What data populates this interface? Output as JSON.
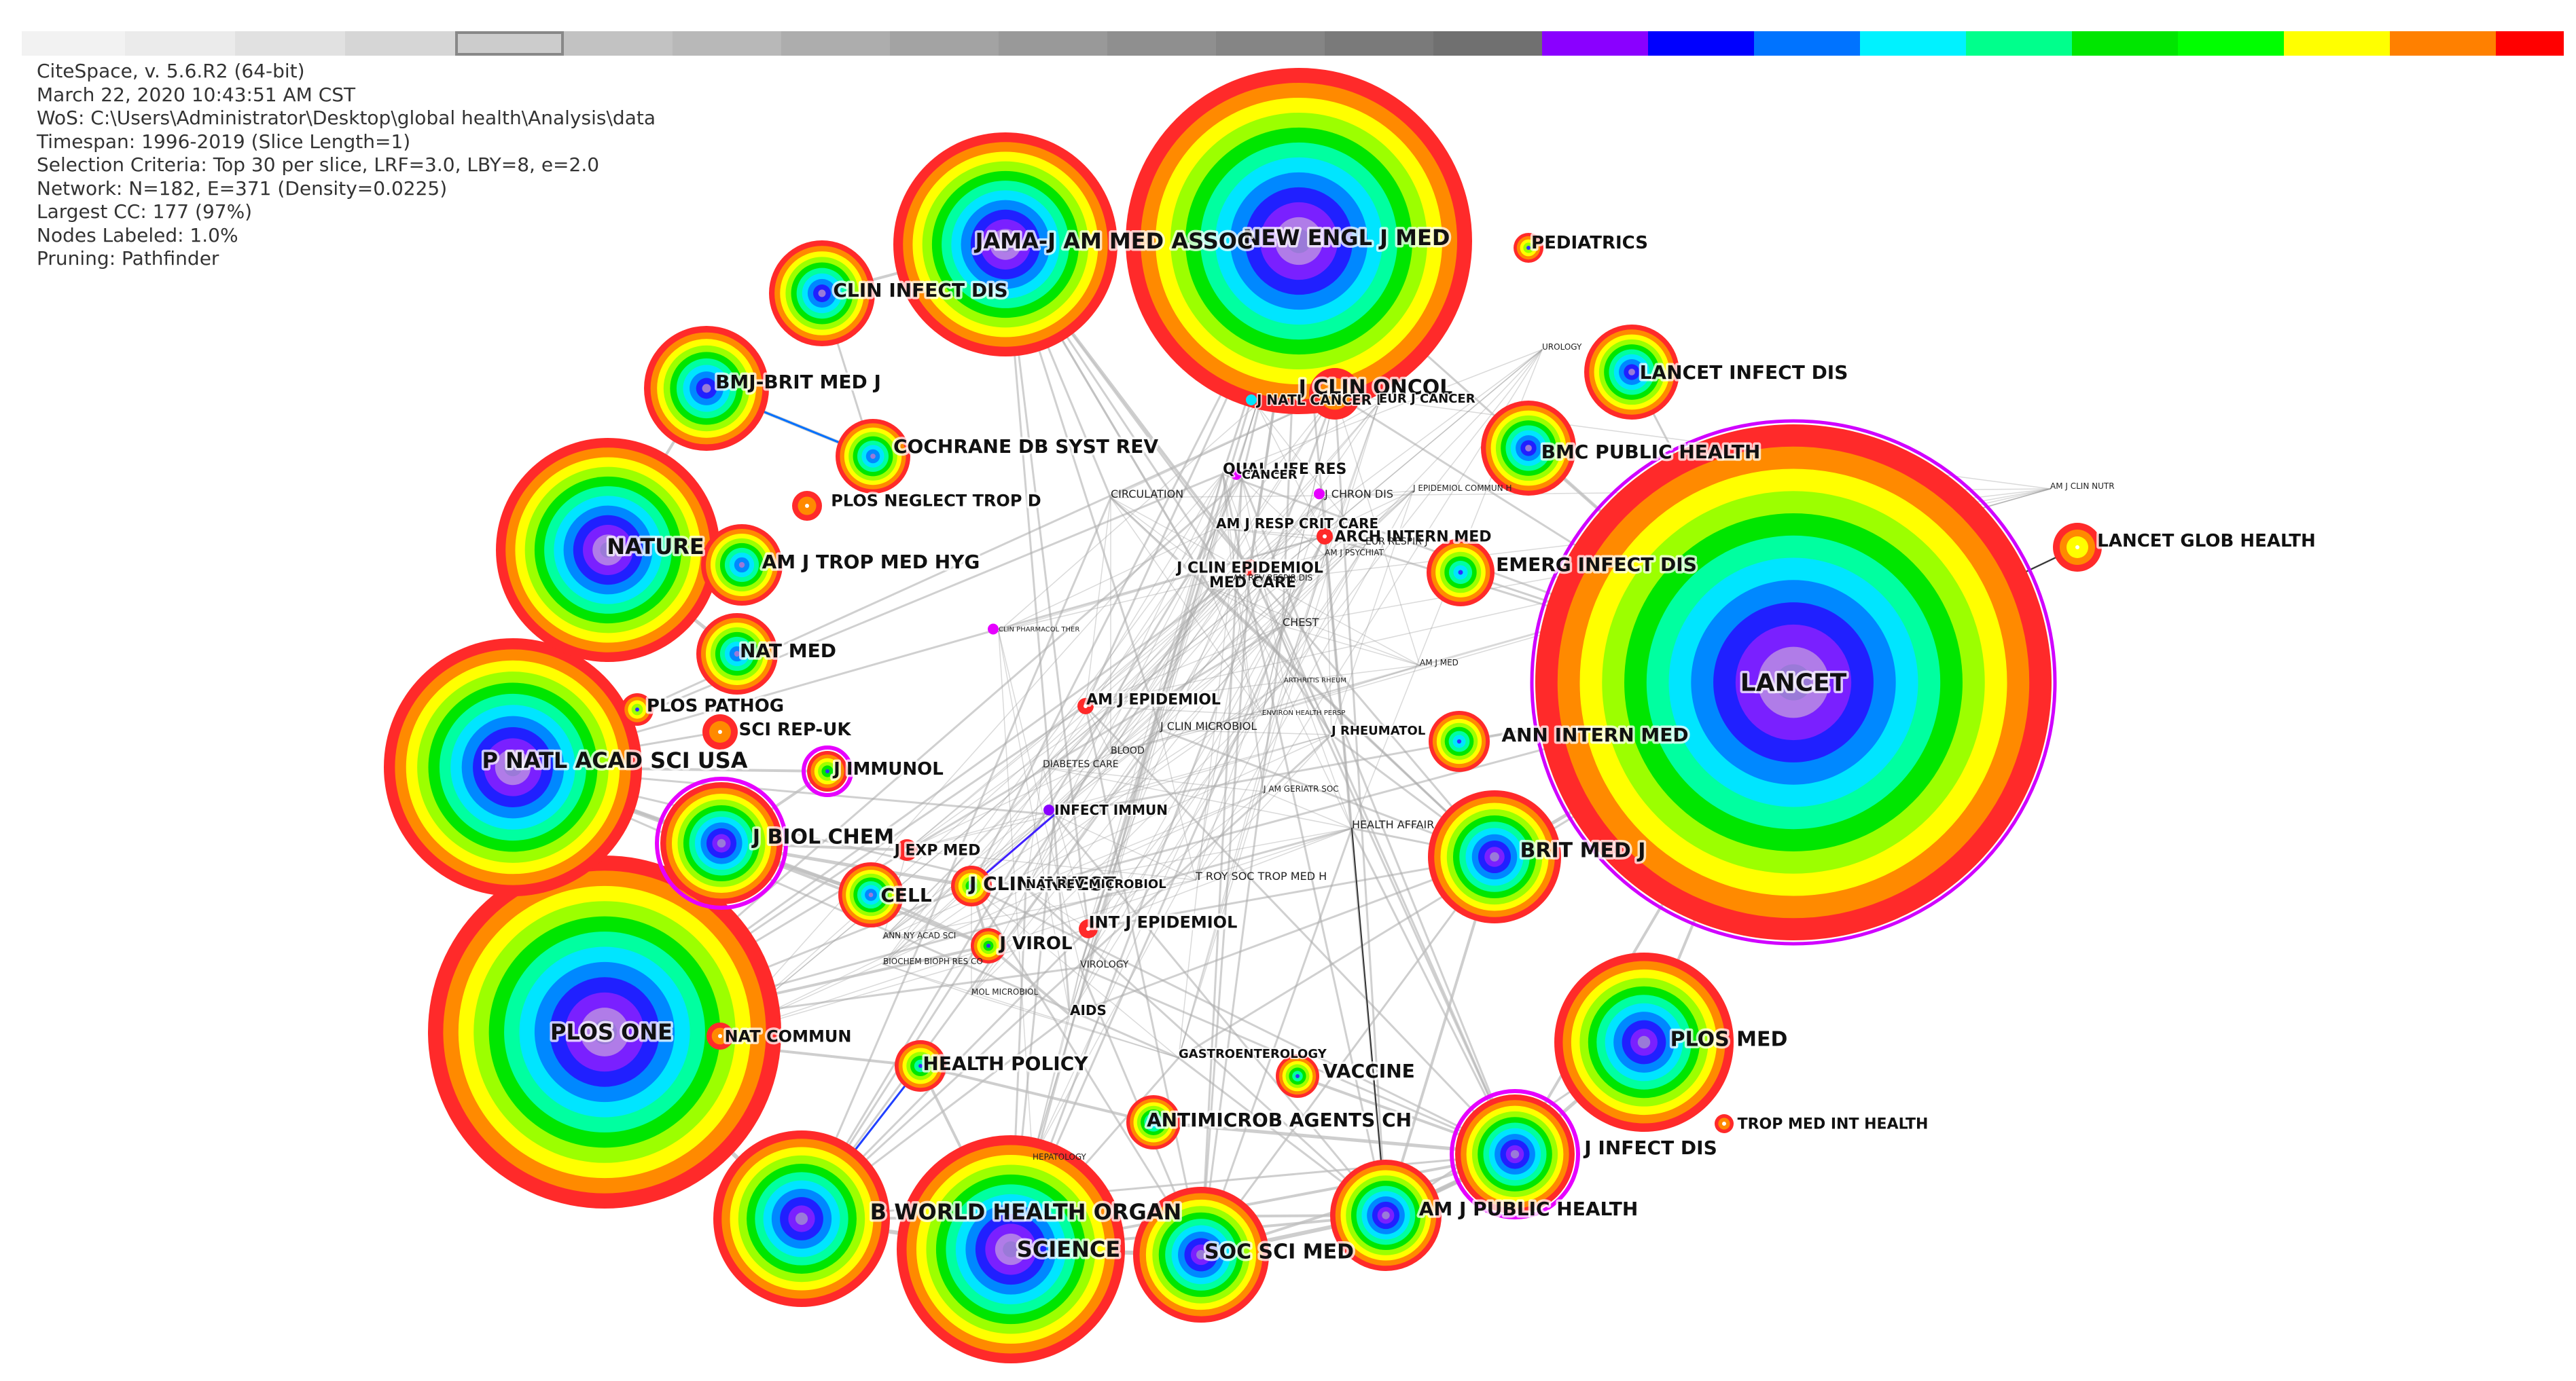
{
  "info": {
    "lines": [
      "CiteSpace, v. 5.6.R2 (64-bit)",
      "March 22, 2020 10:43:51 AM CST",
      "WoS: C:\\Users\\Administrator\\Desktop\\global health\\Analysis\\data",
      "Timespan: 1996-2019 (Slice Length=1)",
      "Selection Criteria: Top 30 per slice, LRF=3.0, LBY=8, e=2.0",
      "Network: N=182, E=371 (Density=0.0225)",
      "Largest CC: 177 (97%)",
      "Nodes Labeled: 1.0%",
      "Pruning: Pathfinder"
    ]
  },
  "timeline_colors": [
    "#f2f2f2",
    "#ebebeb",
    "#e1e1e1",
    "#d6d6d6",
    "#cccccc",
    "#c2c2c2",
    "#b8b8b8",
    "#adadad",
    "#a3a3a3",
    "#999999",
    "#8f8f8f",
    "#858585",
    "#7a7a7a",
    "#707070",
    "#8a00ff",
    "#0000ff",
    "#0073ff",
    "#00f2ff",
    "#00ff8c",
    "#00e600",
    "#00ff00",
    "#ffff00",
    "#ff8000",
    "#ff0000"
  ],
  "selected_year_index": 4,
  "ring_palette": [
    "#ff2a2a",
    "#ff8a00",
    "#ffff00",
    "#9cff00",
    "#00e600",
    "#00ffa0",
    "#00e5ff",
    "#0088ff",
    "#2020ff",
    "#7a20ff",
    "#b07ce8"
  ],
  "journals": [
    {
      "id": "lancet",
      "label": "LANCET"
    },
    {
      "id": "nejm",
      "label": "NEW ENGL J MED"
    },
    {
      "id": "jama",
      "label": "JAMA-J AM MED ASSOC"
    },
    {
      "id": "plosone",
      "label": "PLOS ONE"
    },
    {
      "id": "pnas",
      "label": "P NATL ACAD SCI USA"
    },
    {
      "id": "nature",
      "label": "NATURE"
    },
    {
      "id": "science",
      "label": "SCIENCE"
    },
    {
      "id": "bwho",
      "label": "B WORLD HEALTH ORGAN"
    },
    {
      "id": "brit",
      "label": "BRIT MED J"
    },
    {
      "id": "plosmed",
      "label": "PLOS MED"
    },
    {
      "id": "jbc",
      "label": "J BIOL CHEM"
    },
    {
      "id": "socsci",
      "label": "SOC SCI MED"
    },
    {
      "id": "jinf",
      "label": "J INFECT DIS"
    },
    {
      "id": "ajph",
      "label": "AM J PUBLIC HEALTH"
    },
    {
      "id": "clininf",
      "label": "CLIN INFECT DIS"
    },
    {
      "id": "bmjb",
      "label": "BMJ-BRIT MED J"
    },
    {
      "id": "lid",
      "label": "LANCET INFECT DIS"
    },
    {
      "id": "bmcph",
      "label": "BMC PUBLIC HEALTH"
    },
    {
      "id": "cochrane",
      "label": "COCHRANE DB SYST REV"
    },
    {
      "id": "ajtmh",
      "label": "AM J TROP MED HYG"
    },
    {
      "id": "natmed",
      "label": "NAT MED"
    },
    {
      "id": "emerg",
      "label": "EMERG INFECT DIS"
    },
    {
      "id": "anninm",
      "label": "ANN INTERN MED"
    },
    {
      "id": "cell",
      "label": "CELL"
    },
    {
      "id": "jclininv",
      "label": "J CLIN INVEST"
    },
    {
      "id": "healthpol",
      "label": "HEALTH POLICY"
    },
    {
      "id": "antimic",
      "label": "ANTIMICROB AGENTS CH"
    },
    {
      "id": "vaccine",
      "label": "VACCINE"
    },
    {
      "id": "jvirol",
      "label": "J VIROL"
    },
    {
      "id": "jimmunol",
      "label": "J IMMUNOL"
    },
    {
      "id": "plospath",
      "label": "PLOS PATHOG"
    },
    {
      "id": "scirep",
      "label": "SCI REP-UK"
    },
    {
      "id": "plosneg",
      "label": "PLOS NEGLECT TROP D"
    },
    {
      "id": "lgh",
      "label": "LANCET GLOB HEALTH"
    },
    {
      "id": "peds",
      "label": "PEDIATRICS"
    },
    {
      "id": "jco",
      "label": "J CLIN ONCOL"
    },
    {
      "id": "natcommun",
      "label": "NAT COMMUN"
    },
    {
      "id": "jexpmed",
      "label": "J EXP MED"
    },
    {
      "id": "intjepi",
      "label": "INT J EPIDEMIOL"
    },
    {
      "id": "amjepi",
      "label": "AM J EPIDEMIOL"
    },
    {
      "id": "jclinepi",
      "label": "J CLIN EPIDEMIOL"
    },
    {
      "id": "archint",
      "label": "ARCH INTERN MED"
    },
    {
      "id": "tmih",
      "label": "TROP MED INT HEALTH"
    },
    {
      "id": "infimm",
      "label": "INFECT IMMUN"
    },
    {
      "id": "medcare",
      "label": "MED CARE"
    },
    {
      "id": "quallife",
      "label": "QUAL LIFE RES"
    },
    {
      "id": "jncancer",
      "label": "J NATL CANCER I"
    },
    {
      "id": "cancer",
      "label": "CANCER"
    },
    {
      "id": "jrheum",
      "label": "J RHEUMATOL"
    },
    {
      "id": "chest",
      "label": "CHEST"
    },
    {
      "id": "healthaff",
      "label": "HEALTH AFFAIR"
    },
    {
      "id": "aids",
      "label": "AIDS"
    },
    {
      "id": "gastro",
      "label": "GASTROENTEROLOGY"
    },
    {
      "id": "jclinmicro",
      "label": "J CLIN MICROBIOL"
    },
    {
      "id": "circulation",
      "label": "CIRCULATION"
    },
    {
      "id": "natrevmicro",
      "label": "NAT REV MICROBIOL"
    },
    {
      "id": "amjrespcrit",
      "label": "AM J RESP CRIT CARE"
    },
    {
      "id": "eurjcancer",
      "label": "EUR J CANCER"
    },
    {
      "id": "jchron",
      "label": "J CHRON DIS"
    },
    {
      "id": "blood",
      "label": "BLOOD"
    },
    {
      "id": "diabcare",
      "label": "DIABETES CARE"
    },
    {
      "id": "virology",
      "label": "VIROLOGY"
    },
    {
      "id": "biochem",
      "label": "BIOCHEM BIOPH RES CO"
    },
    {
      "id": "annnyacad",
      "label": "ANN NY ACAD SCI"
    },
    {
      "id": "amjmed",
      "label": "AM J MED"
    },
    {
      "id": "urology",
      "label": "UROLOGY"
    },
    {
      "id": "eurrespir",
      "label": "EUR RESPIR J"
    },
    {
      "id": "amjpsych",
      "label": "AM J PSYCHIAT"
    },
    {
      "id": "jepicomm",
      "label": "J EPIDEMIOL COMMUN H"
    },
    {
      "id": "amjclinnutr",
      "label": "AM J CLIN NUTR"
    },
    {
      "id": "jamgeriatr",
      "label": "J AM GERIATR SOC"
    },
    {
      "id": "hepatology",
      "label": "HEPATOLOGY"
    },
    {
      "id": "molmicro",
      "label": "MOL MICROBIOL"
    },
    {
      "id": "trans",
      "label": "T ROY SOC TROP MED H"
    },
    {
      "id": "envhealth",
      "label": "ENVIRON HEALTH PERSP"
    },
    {
      "id": "annrespir",
      "label": "AM REV RESPIR DIS"
    },
    {
      "id": "clinpharm",
      "label": "CLIN PHARMACOL THER"
    },
    {
      "id": "arthritis",
      "label": "ARTHRITIS RHEUM"
    }
  ]
}
